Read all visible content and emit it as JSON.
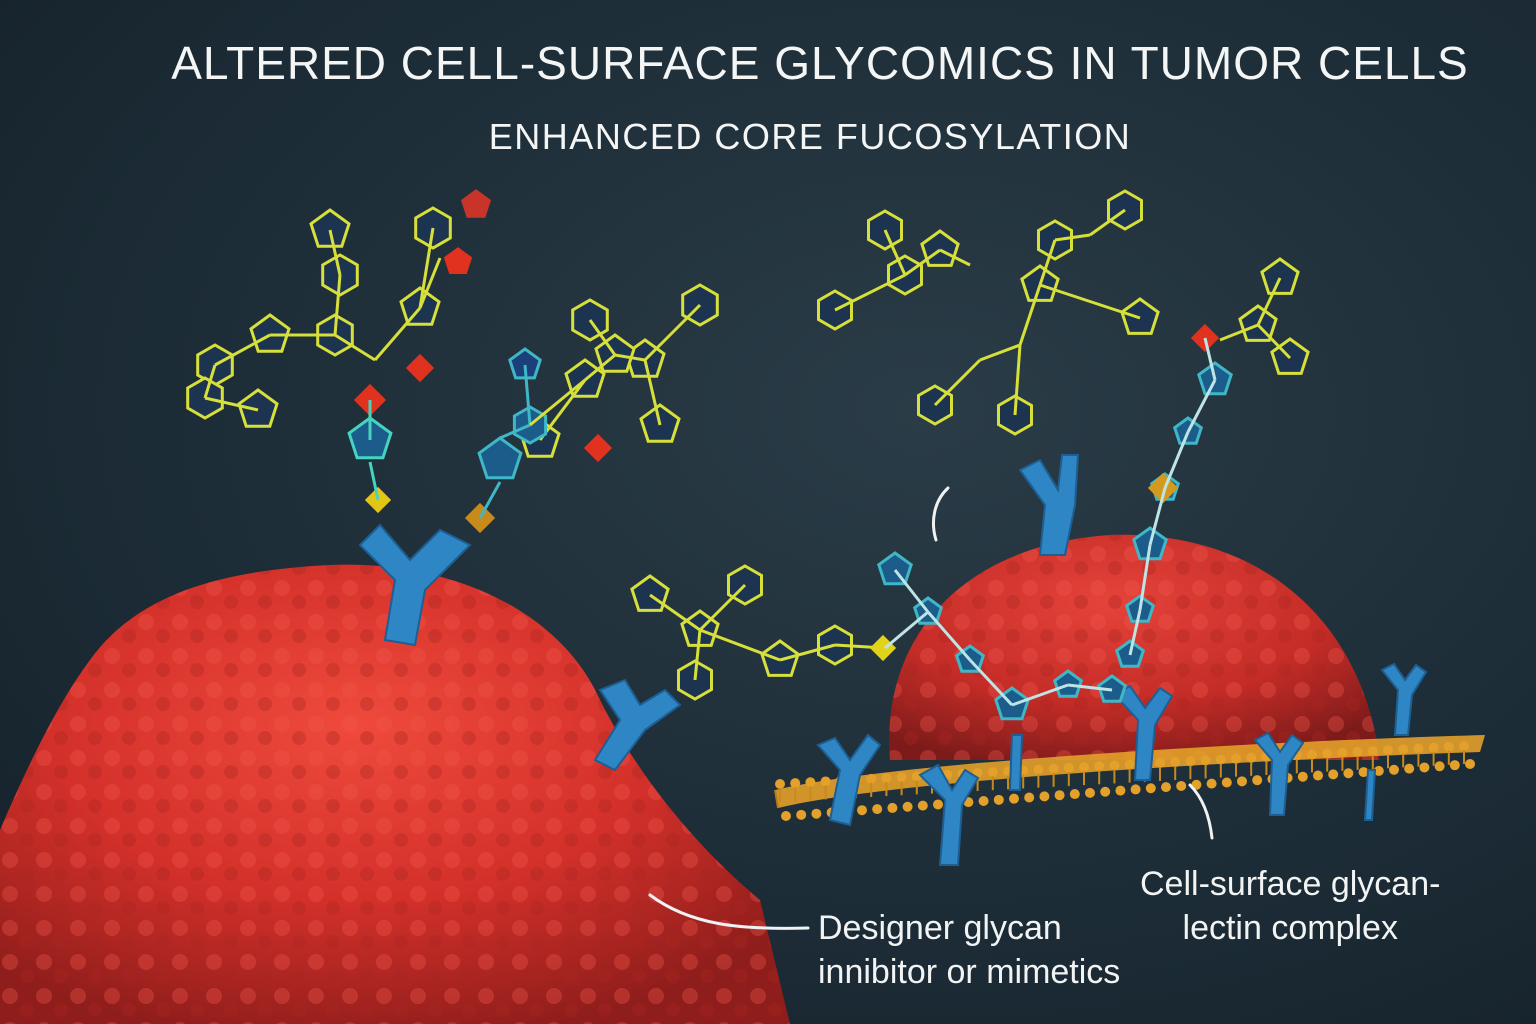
{
  "title": "ALTERED CELL-SURFACE GLYCOMICS IN TUMOR CELLS",
  "subtitle": "ENHANCED CORE FUCOSYLATION",
  "labels": {
    "inhibitor_line1": "Designer glycan",
    "inhibitor_line2": "innibitor or mimetics",
    "complex_line1": "Cell-surface glycan-",
    "complex_line2": "lectin complex"
  },
  "colors": {
    "background": "#1d2d37",
    "tumor_cell": "#d8322b",
    "lectin": "#2f86c4",
    "glycan_ring": "#d7df3a",
    "fucose": "#e0321e",
    "membrane": "#e3a02a"
  }
}
